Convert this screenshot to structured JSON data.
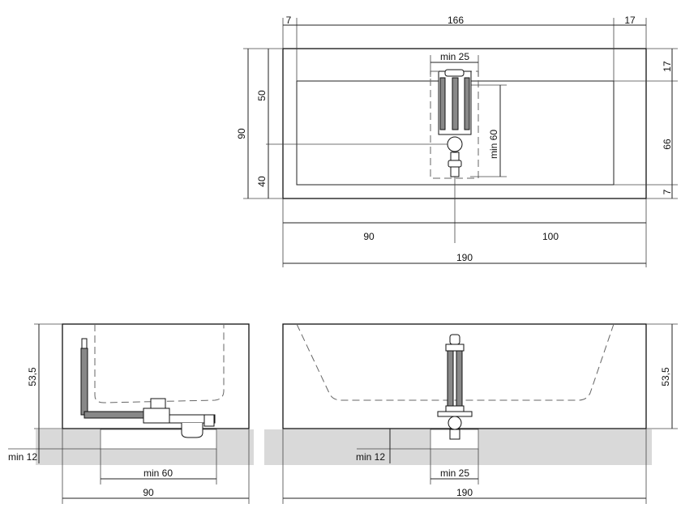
{
  "top_view": {
    "dim_top_left": "7",
    "dim_top_center": "166",
    "dim_top_right": "17",
    "dim_min25": "min 25",
    "dim_left_total": "90",
    "dim_left_upper": "50",
    "dim_left_lower": "40",
    "dim_right_top": "17",
    "dim_right_mid": "66",
    "dim_right_bottom": "7",
    "dim_min60": "min 60",
    "dim_bottom_left": "90",
    "dim_bottom_right": "100",
    "dim_bottom_total": "190"
  },
  "side_view": {
    "dim_height": "53,5",
    "dim_min12": "min 12",
    "dim_min60": "min  60",
    "dim_width": "90"
  },
  "front_view": {
    "dim_height": "53,5",
    "dim_min12": "min 12",
    "dim_min25": "min  25",
    "dim_width": "190"
  }
}
